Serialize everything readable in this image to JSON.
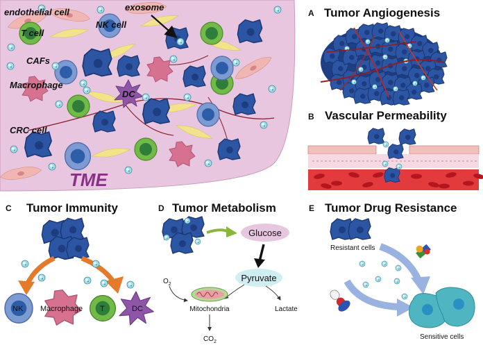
{
  "tme": {
    "title": "TME",
    "labels": {
      "endothelial": "endothelial cell",
      "exosome": "exosome",
      "t_cell": "T cell",
      "nk_cell": "NK cell",
      "cafs": "CAFs",
      "macrophage": "Macrophage",
      "dc": "DC",
      "crc": "CRC cell"
    },
    "colors": {
      "background": "#e9c6df",
      "title": "#8a2f8a"
    }
  },
  "panels": {
    "A": {
      "letter": "A",
      "title": "Tumor Angiogenesis"
    },
    "B": {
      "letter": "B",
      "title": "Vascular Permeability"
    },
    "C": {
      "letter": "C",
      "title": "Tumor Immunity",
      "cells": {
        "nk": "NK",
        "macrophage": "Macrophage",
        "t": "T",
        "dc": "DC"
      }
    },
    "D": {
      "letter": "D",
      "title": "Tumor Metabolism",
      "glucose": "Glucose",
      "pyruvate": "Pyruvate",
      "o2": "O",
      "o2_sub": "2",
      "mitochondria": "Mitochondria",
      "lactate": "Lactate",
      "co2": "CO",
      "co2_sub": "2"
    },
    "E": {
      "letter": "E",
      "title": "Tumor Drug Resistance",
      "resistant": "Resistant cells",
      "sensitive": "Sensitive cells"
    }
  },
  "colors": {
    "tumor_cell": "#2c56a3",
    "tumor_cell_dark": "#1a3570",
    "exosome": "#9fd8e2",
    "nk_cell": "#7c9bd2",
    "t_cell": "#70b847",
    "macrophage": "#d6728f",
    "dc_cell": "#8f56a8",
    "caf": "#f3e48b",
    "orange_arrow": "#e57b2a",
    "green_arrow": "#8ab63c",
    "blue_arrow": "#9ab2df"
  }
}
